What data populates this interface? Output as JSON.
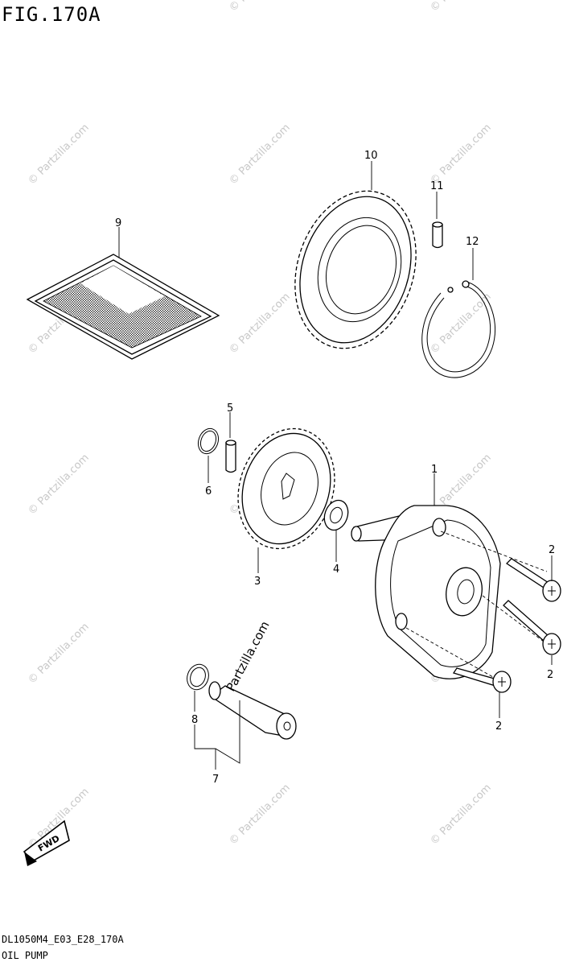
{
  "figure": {
    "title": "FIG.170A",
    "code": "DL1050M4_E03_E28_170A",
    "name": "OIL PUMP"
  },
  "watermark": {
    "text": "© Partzilla.com",
    "center_text": "Partzilla.com"
  },
  "direction_arrow": {
    "label": "FWD"
  },
  "callouts": {
    "c1": "1",
    "c2a": "2",
    "c2b": "2",
    "c2c": "2",
    "c3": "3",
    "c4": "4",
    "c5": "5",
    "c6": "6",
    "c7": "7",
    "c8": "8",
    "c9": "9",
    "c10": "10",
    "c11": "11",
    "c12": "12"
  },
  "colors": {
    "line": "#000000",
    "watermark": "#c8c8c8",
    "background": "#ffffff"
  }
}
